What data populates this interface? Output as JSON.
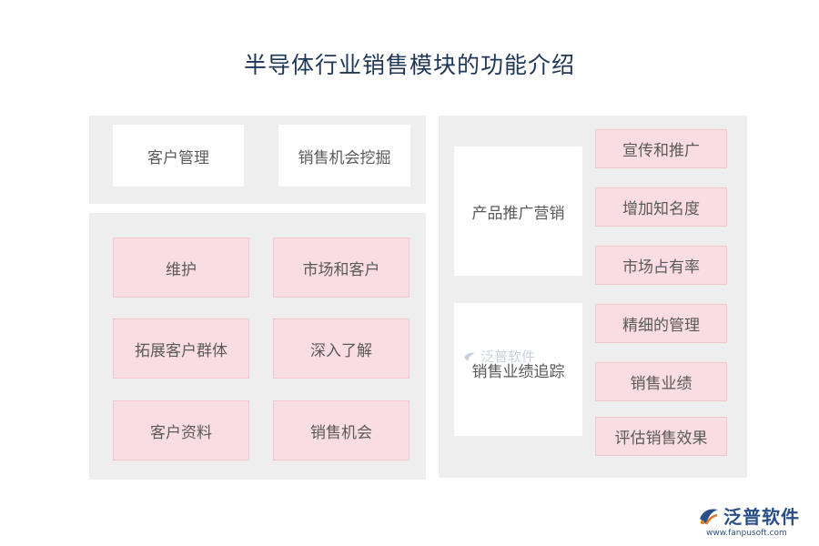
{
  "title": "半导体行业销售模块的功能介绍",
  "top_panel": {
    "items": [
      "客户管理",
      "销售机会挖掘"
    ]
  },
  "left_panel": {
    "items": [
      "维护",
      "市场和客户",
      "拓展客户群体",
      "深入了解",
      "客户资料",
      "销售机会"
    ]
  },
  "right_panel": {
    "groups": [
      {
        "label": "产品推广营销",
        "items": [
          "宣传和推广",
          "增加知名度",
          "市场占有率"
        ]
      },
      {
        "label": "销售业绩追踪",
        "items": [
          "精细的管理",
          "销售业绩",
          "评估销售效果"
        ]
      }
    ]
  },
  "watermark": {
    "text": "泛普软件"
  },
  "logo": {
    "name": "泛普软件",
    "url": "www.fanpusoft.com",
    "icon": "fanpu-logo-icon",
    "color": "#2a4f86"
  },
  "colors": {
    "title": "#1f3656",
    "panel": "#eeeeee",
    "pink": "#f9dde2",
    "white": "#ffffff"
  }
}
